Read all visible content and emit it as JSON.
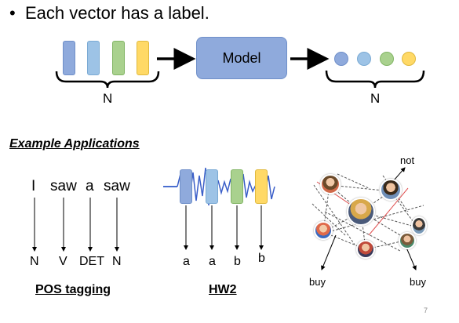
{
  "bullet": {
    "symbol": "•",
    "text": "Each vector has a label."
  },
  "model": {
    "label": "Model"
  },
  "input_count_label": "N",
  "output_count_label": "N",
  "colors": {
    "blue": "#8faadc",
    "light_blue": "#9dc3e6",
    "green": "#a9d18e",
    "yellow": "#ffd966",
    "model_fill": "#8faadc"
  },
  "section_title": "Example Applications",
  "pos": {
    "words": [
      "I",
      "saw",
      "a",
      "saw"
    ],
    "tags": [
      "N",
      "V",
      "DET",
      "N"
    ],
    "caption": "POS tagging"
  },
  "hw2": {
    "labels": [
      "a",
      "a",
      "b",
      "b"
    ],
    "caption": "HW2"
  },
  "graph": {
    "label_top": "not",
    "label_bottom_left": "buy",
    "label_bottom_right": "buy"
  },
  "page_number": "7"
}
